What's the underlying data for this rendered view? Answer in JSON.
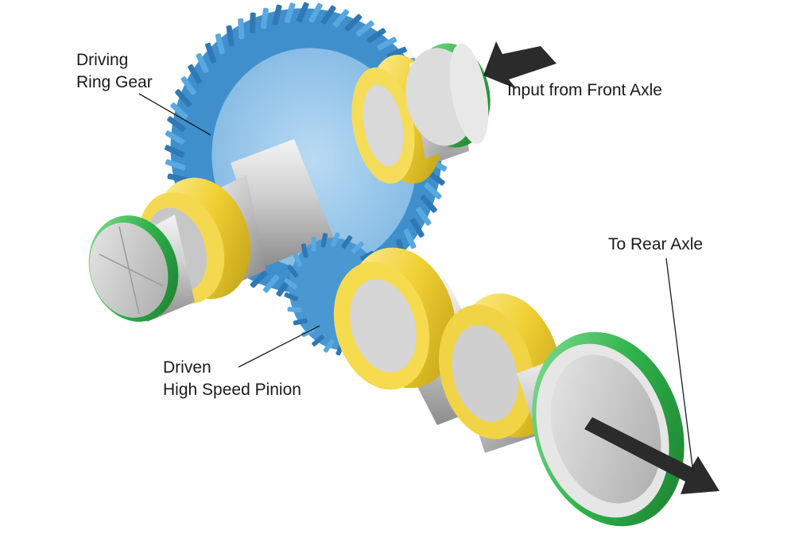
{
  "labels": {
    "ring_gear": [
      "Driving",
      "Ring Gear"
    ],
    "pinion": [
      "Driven",
      "High Speed Pinion"
    ],
    "input": "Input from Front Axle",
    "rear": "To Rear Axle"
  },
  "colors": {
    "gear_blue": "#4f9fd6",
    "gear_face": "#9cc8ea",
    "bearing_yellow": "#f2d33a",
    "seal_green": "#2fb24a",
    "shaft_grey": "#c8c8c8",
    "arrow": "#2b2b2b"
  }
}
